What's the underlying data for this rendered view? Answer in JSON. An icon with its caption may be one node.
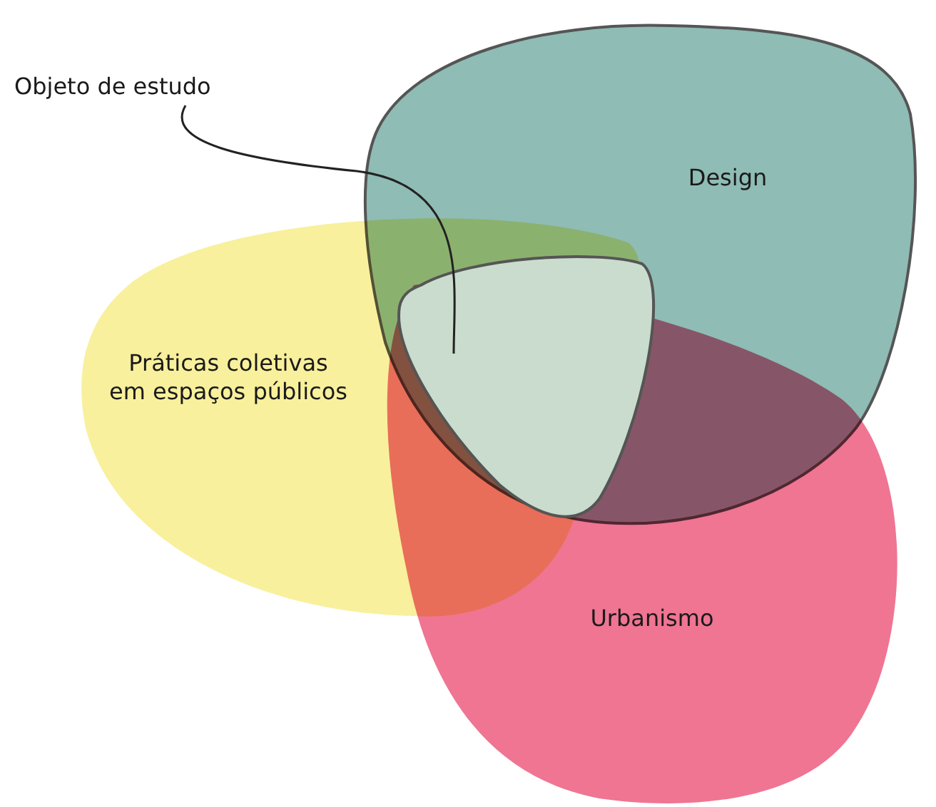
{
  "diagram": {
    "nodes": [
      {
        "text": [
          "Objeto de estudo"
        ]
      },
      {
        "text": [
          "Design"
        ]
      },
      {
        "text": [
          "Práticas coletivas em espaços públicos"
        ]
      },
      {
        "text": [
          "Urbanismo"
        ]
      },
      {
        "text": [],
        "shape": "triangle"
      }
    ],
    "edges": [
      {
        "from": 0,
        "to": 4,
        "arrow": "none"
      }
    ]
  }
}
